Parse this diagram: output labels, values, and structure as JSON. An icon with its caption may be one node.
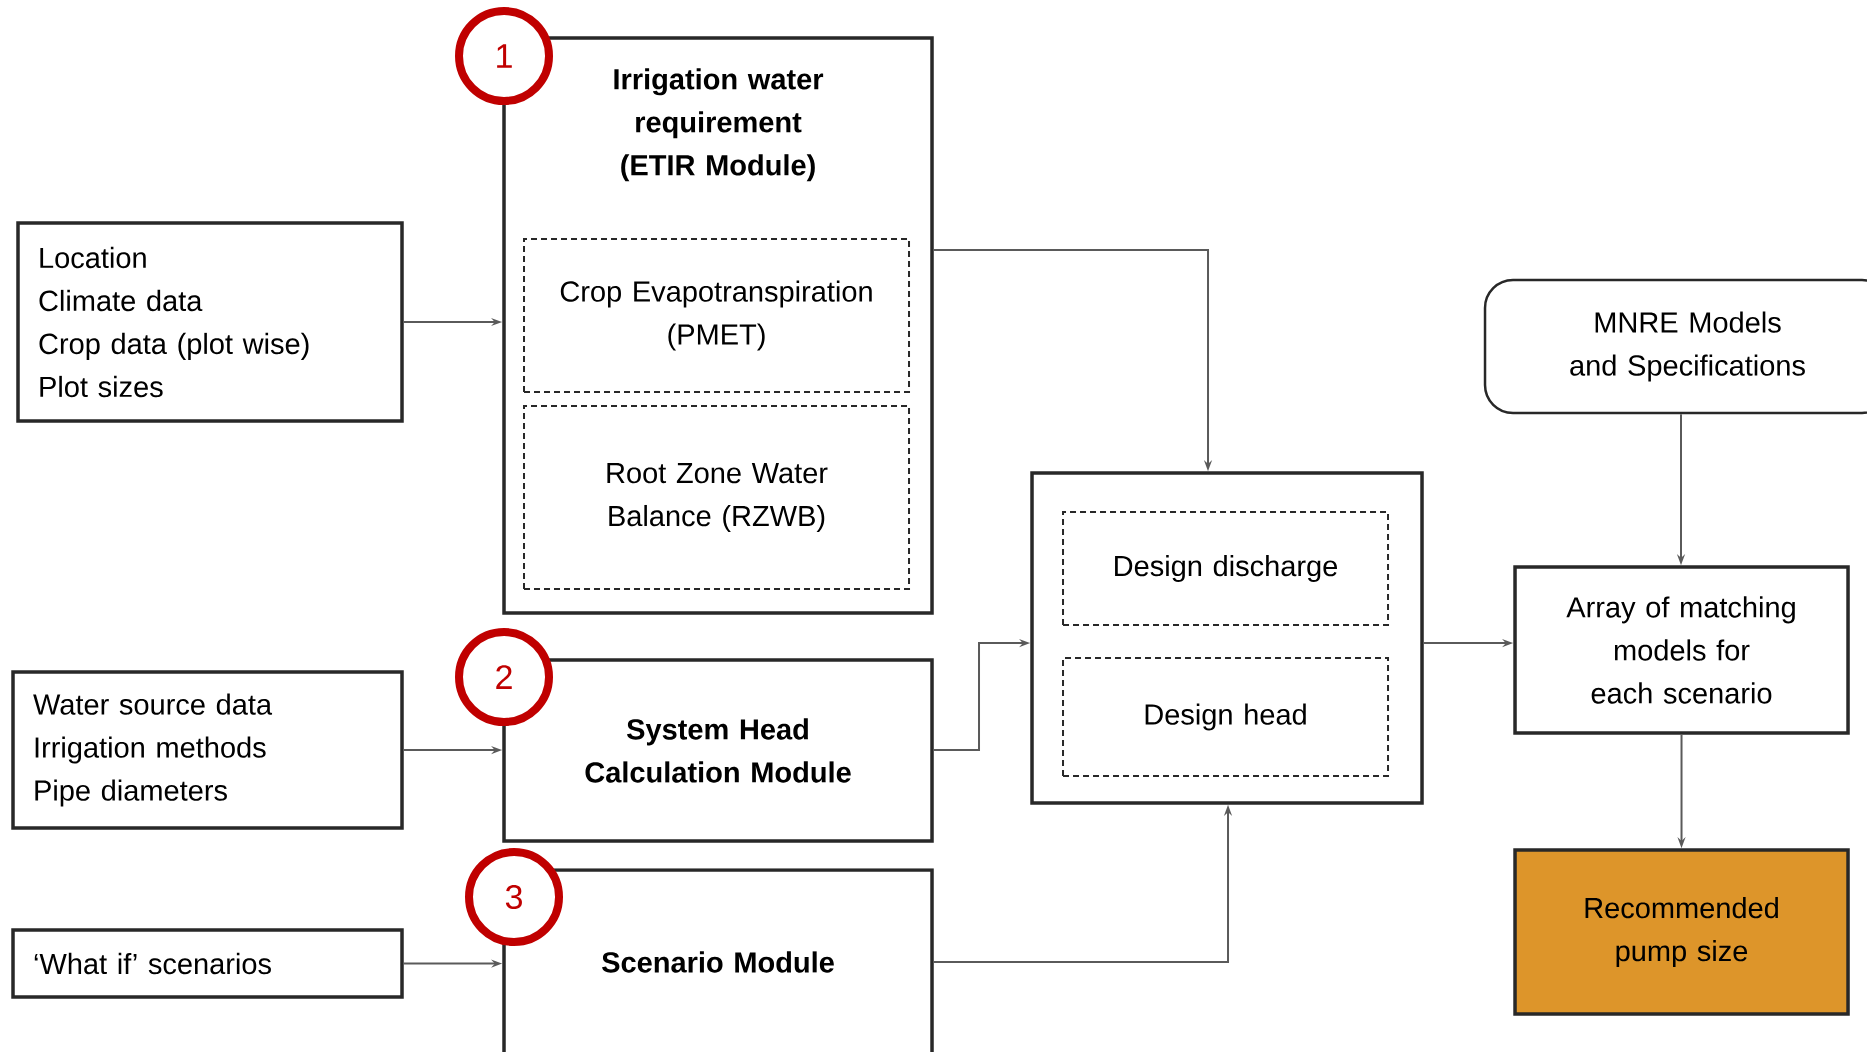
{
  "diagram": {
    "nodes": [
      {
        "text": [
          "1"
        ]
      },
      {
        "text": [
          "Irrigation water requirement (ETIR Module)"
        ]
      },
      {
        "text": [
          "Crop Evapotranspiration (PMET)"
        ],
        "in": 1
      },
      {
        "text": [
          "Root Zone Water Balance (RZWB)"
        ],
        "in": 1
      },
      {
        "text": [
          "Location",
          "Climate data",
          "Crop data (plot wise)",
          "Plot sizes"
        ]
      },
      {
        "text": [
          "MNRE Models and Specifications"
        ]
      },
      {
        "text": [],
        "shape": "box"
      },
      {
        "text": [
          "Design discharge"
        ],
        "in": 6
      },
      {
        "text": [
          "Design head"
        ],
        "in": 6
      },
      {
        "text": [
          "Array of matching models for each scenario"
        ]
      },
      {
        "text": [
          "2"
        ]
      },
      {
        "text": [
          "Water source data",
          "Irrigation methods",
          "Pipe diameters"
        ]
      },
      {
        "text": [
          "System Head Calculation Module"
        ]
      },
      {
        "text": [
          "3"
        ]
      },
      {
        "text": [
          "‘What if’ scenarios"
        ]
      },
      {
        "text": [
          "Scenario Module"
        ]
      },
      {
        "text": [
          "Recommended pump size"
        ]
      }
    ],
    "edges": [
      {
        "from": 4,
        "to": 1,
        "arrow": "to"
      },
      {
        "from": 1,
        "to": 6,
        "arrow": "to"
      },
      {
        "from": 11,
        "to": 12,
        "arrow": "to"
      },
      {
        "from": 12,
        "to": 6,
        "arrow": "to"
      },
      {
        "from": 14,
        "to": 15,
        "arrow": "to"
      },
      {
        "from": 15,
        "to": 6,
        "arrow": "to"
      },
      {
        "from": 6,
        "to": 9,
        "arrow": "to"
      },
      {
        "from": 5,
        "to": 9,
        "arrow": "to"
      },
      {
        "from": 9,
        "to": 16,
        "arrow": "to"
      }
    ]
  }
}
